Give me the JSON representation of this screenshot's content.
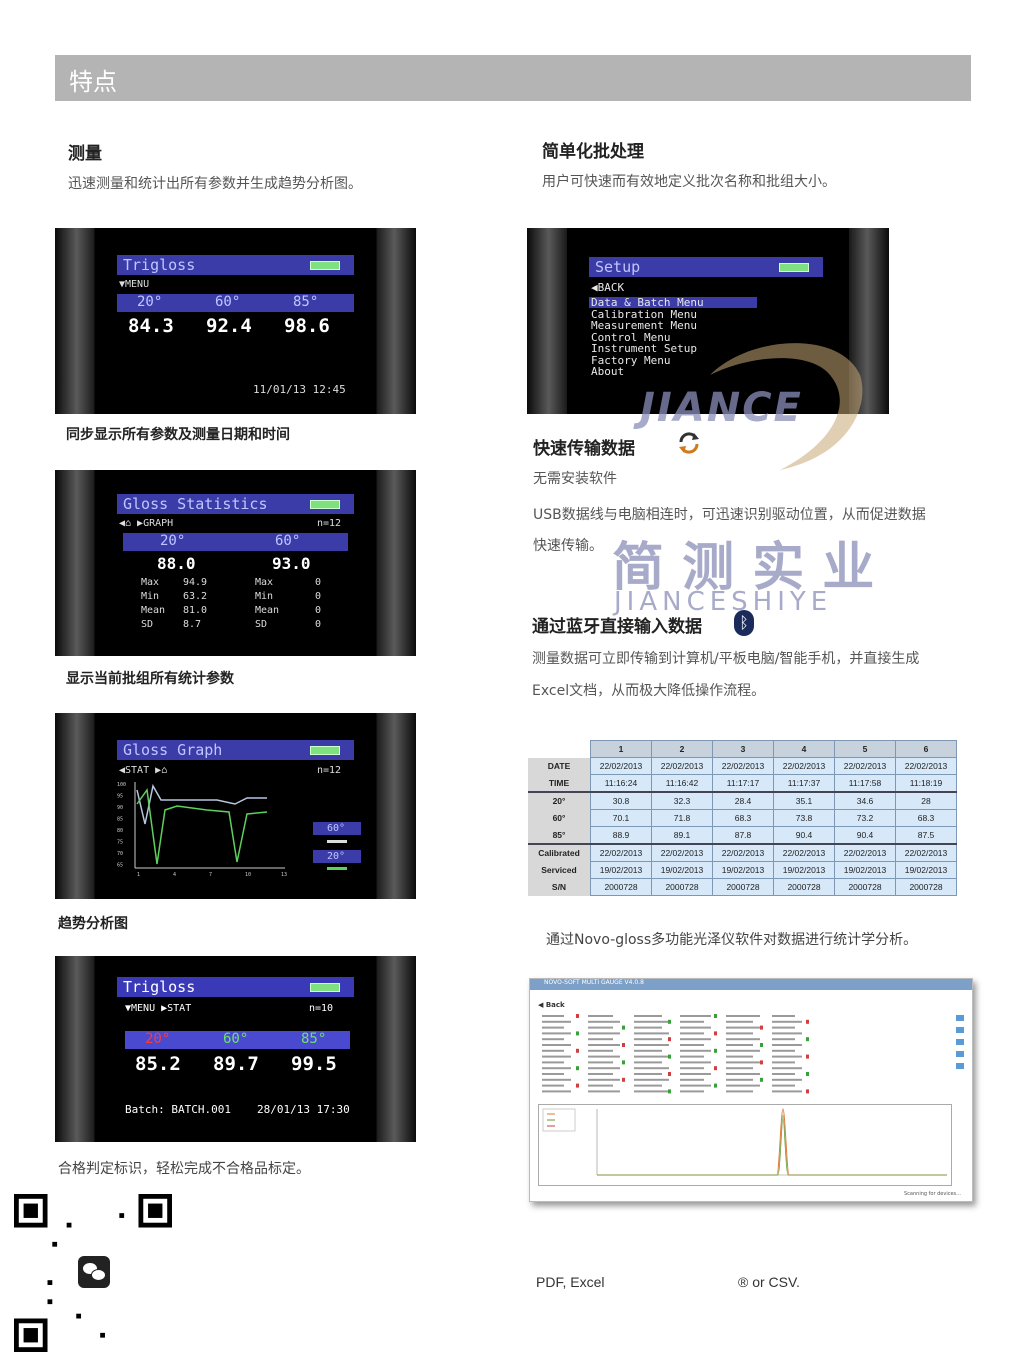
{
  "header": {
    "title": "特点"
  },
  "left": {
    "measure": {
      "title": "测量",
      "desc": "迅速测量和统计出所有参数并生成趋势分析图。"
    },
    "screen1": {
      "title": "Trigloss",
      "menu": "▼MENU",
      "angles": [
        "20°",
        "60°",
        "85°"
      ],
      "values": [
        "84.3",
        "92.4",
        "98.6"
      ],
      "datetime": "11/01/13 12:45",
      "caption": "同步显示所有参数及测量日期和时间"
    },
    "screen2": {
      "title": "Gloss Statistics",
      "nav": "◀⌂ ▶GRAPH",
      "n": "n=12",
      "angles": [
        "20°",
        "60°"
      ],
      "values": [
        "88.0",
        "93.0"
      ],
      "labels": [
        "Max",
        "Min",
        "Mean",
        "SD"
      ],
      "stats_a": [
        "94.9",
        "63.2",
        "81.0",
        "8.7"
      ],
      "stats_b": [
        "0",
        "0",
        "0",
        "0"
      ],
      "caption": "显示当前批组所有统计参数"
    },
    "screen3": {
      "title": "Gloss Graph",
      "nav": "◀STAT ▶⌂",
      "n": "n=12",
      "y_ticks": [
        "100",
        "95",
        "90",
        "85",
        "80",
        "75",
        "70",
        "65"
      ],
      "x_ticks": [
        "1",
        "4",
        "7",
        "10",
        "13"
      ],
      "legend": [
        "60°",
        "20°"
      ],
      "caption": "趋势分析图"
    },
    "screen4": {
      "title": "Trigloss",
      "nav": "▼MENU ▶STAT",
      "n": "n=10",
      "angles": [
        "20°",
        "60°",
        "85°"
      ],
      "values": [
        "85.2",
        "89.7",
        "99.5"
      ],
      "batch": "Batch: BATCH.001",
      "datetime": "28/01/13 17:30",
      "caption": "合格判定标识，轻松完成不合格品标定。"
    }
  },
  "right": {
    "batch": {
      "title": "简单化批处理",
      "desc": "用户可快速而有效地定义批次名称和批组大小。"
    },
    "setup": {
      "title": "Setup",
      "back": "◀BACK",
      "items": [
        "Data & Batch Menu",
        "Calibration Menu",
        "Measurement Menu",
        "Control Menu",
        "Instrument Setup",
        "Factory Menu",
        "About"
      ]
    },
    "transfer": {
      "title": "快速传输数据",
      "sub": "无需安装软件",
      "desc1": "USB数据线与电脑相连时，可迅速识别驱动位置，从而促进数据",
      "desc2": "快速传输。"
    },
    "bluetooth": {
      "title": "通过蓝牙直接输入数据",
      "desc1": "测量数据可立即传输到计算机/平板电脑/智能手机，并直接生成",
      "desc2": "Excel文档，从而极大降低操作流程。"
    },
    "table": {
      "columns": [
        "1",
        "2",
        "3",
        "4",
        "5",
        "6"
      ],
      "rows": [
        {
          "label": "DATE",
          "cells": [
            "22/02/2013",
            "22/02/2013",
            "22/02/2013",
            "22/02/2013",
            "22/02/2013",
            "22/02/2013"
          ]
        },
        {
          "label": "TIME",
          "cells": [
            "11:16:24",
            "11:16:42",
            "11:17:17",
            "11:17:37",
            "11:17:58",
            "11:18:19"
          ]
        },
        {
          "label": "20°",
          "cells": [
            "30.8",
            "32.3",
            "28.4",
            "35.1",
            "34.6",
            "28"
          ]
        },
        {
          "label": "60°",
          "cells": [
            "70.1",
            "71.8",
            "68.3",
            "73.8",
            "73.2",
            "68.3"
          ]
        },
        {
          "label": "85°",
          "cells": [
            "88.9",
            "89.1",
            "87.8",
            "90.4",
            "90.4",
            "87.5"
          ]
        },
        {
          "label": "Calibrated",
          "cells": [
            "22/02/2013",
            "22/02/2013",
            "22/02/2013",
            "22/02/2013",
            "22/02/2013",
            "22/02/2013"
          ]
        },
        {
          "label": "Serviced",
          "cells": [
            "19/02/2013",
            "19/02/2013",
            "19/02/2013",
            "19/02/2013",
            "19/02/2013",
            "19/02/2013"
          ]
        },
        {
          "label": "S/N",
          "cells": [
            "2000728",
            "2000728",
            "2000728",
            "2000728",
            "2000728",
            "2000728"
          ]
        }
      ]
    },
    "software_caption": "通过Novo-gloss多功能光泽仪软件对数据进行统计学分析。",
    "software": {
      "window_title": "NOVO-SOFT MULTI GAUGE V4.0.8",
      "back": "◀ Back",
      "status": "Scanning for devices..."
    },
    "formats_left": "PDF, Excel",
    "formats_right": "® or CSV."
  },
  "watermark": {
    "logo": "JIANCE",
    "cn": "简 测 实 业",
    "en": "JIANCESHIYE"
  }
}
